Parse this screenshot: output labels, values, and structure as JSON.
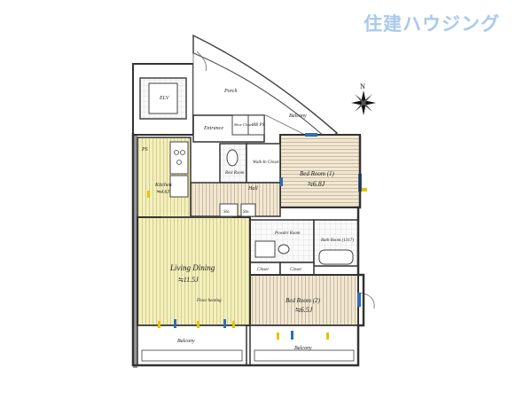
{
  "brand": {
    "logo_text": "住建ハウジング",
    "logo_color": "#a9c9ee"
  },
  "compass": {
    "north_label": "N"
  },
  "rooms": {
    "elv": "ELV",
    "porch": "Porch",
    "balcony_top": "Balcony",
    "shoe_closet": "Shoe Closet",
    "mb_ps": "MB PS",
    "entrance": "Entrance",
    "rest_room": "Rest Room",
    "walk_in_closet": "Walk-In Closet",
    "bed_room_1": "Bed Room (1)",
    "bed_room_1_area": "≒6.8J",
    "ps": "PS",
    "kitchen": "Kitchen",
    "kitchen_area": "≒4.6J",
    "hall": "Hall",
    "sto_1": "Sto.",
    "sto_2": "Sto.",
    "powder_room": "Powder Room",
    "bath_room": "Bath Room (1317)",
    "closet_1": "Closet",
    "closet_2": "Closet",
    "living_dining": "Living Dining",
    "living_dining_area": "≒11.5J",
    "floor_heating": "Floor heating",
    "bed_room_2": "Bed Room (2)",
    "bed_room_2_area": "≒6.5J",
    "balcony_left": "Balcony",
    "balcony_right": "Balcony"
  },
  "colors": {
    "living_floor": "#f0ecb2",
    "wood_floor": "#efe4cf",
    "wall": "#3a3a3a",
    "shadow": "#8a8a8a",
    "window_blue": "#2f6db5",
    "window_yellow": "#e6c200"
  }
}
